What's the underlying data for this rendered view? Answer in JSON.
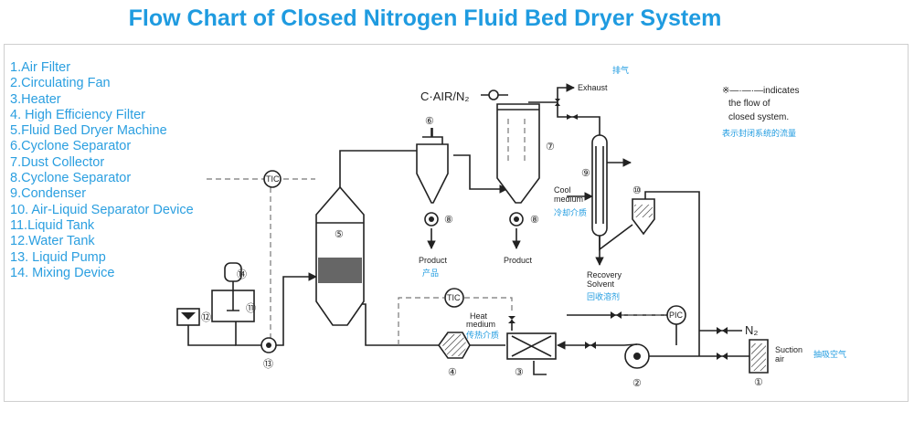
{
  "title": "Flow Chart of Closed Nitrogen Fluid Bed Dryer System",
  "legend": [
    "1.Air Filter",
    "2.Circulating Fan",
    "3.Heater",
    "4. High Efficiency Filter",
    "5.Fluid Bed Dryer Machine",
    "6.Cyclone Separator",
    "7.Dust Collector",
    "8.Cyclone Separator",
    "9.Condenser",
    "10. Air-Liquid Separator Device",
    "11.Liquid Tank",
    "12.Water Tank",
    "13. Liquid Pump",
    "14. Mixing Device"
  ],
  "labels": {
    "c_air": "C·AIR/N₂",
    "exhaust_cn": "排气",
    "exhaust": "Exhaust",
    "note_line1": "※—·—·—indicates",
    "note_line2": "the flow of",
    "note_line3": "closed system.",
    "note_cn": "表示封闭系统的流量",
    "cool_medium_1": "Cool",
    "cool_medium_2": "medium",
    "cool_medium_cn": "冷却介质",
    "product_1": "Product",
    "product_1_cn": "产品",
    "product_2": "Product",
    "recovery_1": "Recovery",
    "recovery_2": "Solvent",
    "recovery_cn": "回收溶剂",
    "heat_medium_1": "Heat",
    "heat_medium_2": "medium",
    "heat_medium_cn": "传热介质",
    "n2": "N₂",
    "suction_1": "Suction",
    "suction_2": "air",
    "suction_cn": "抽吸空气",
    "tic_1": "TIC",
    "tic_2": "TIC",
    "pic": "PIC"
  },
  "numbers": [
    "①",
    "②",
    "③",
    "④",
    "⑤",
    "⑥",
    "⑦",
    "⑧",
    "⑨",
    "⑩",
    "⑪",
    "⑫",
    "⑬",
    "⑭"
  ],
  "colors": {
    "title": "#1f9be0",
    "legend": "#2b9fe0",
    "line": "#222222"
  }
}
